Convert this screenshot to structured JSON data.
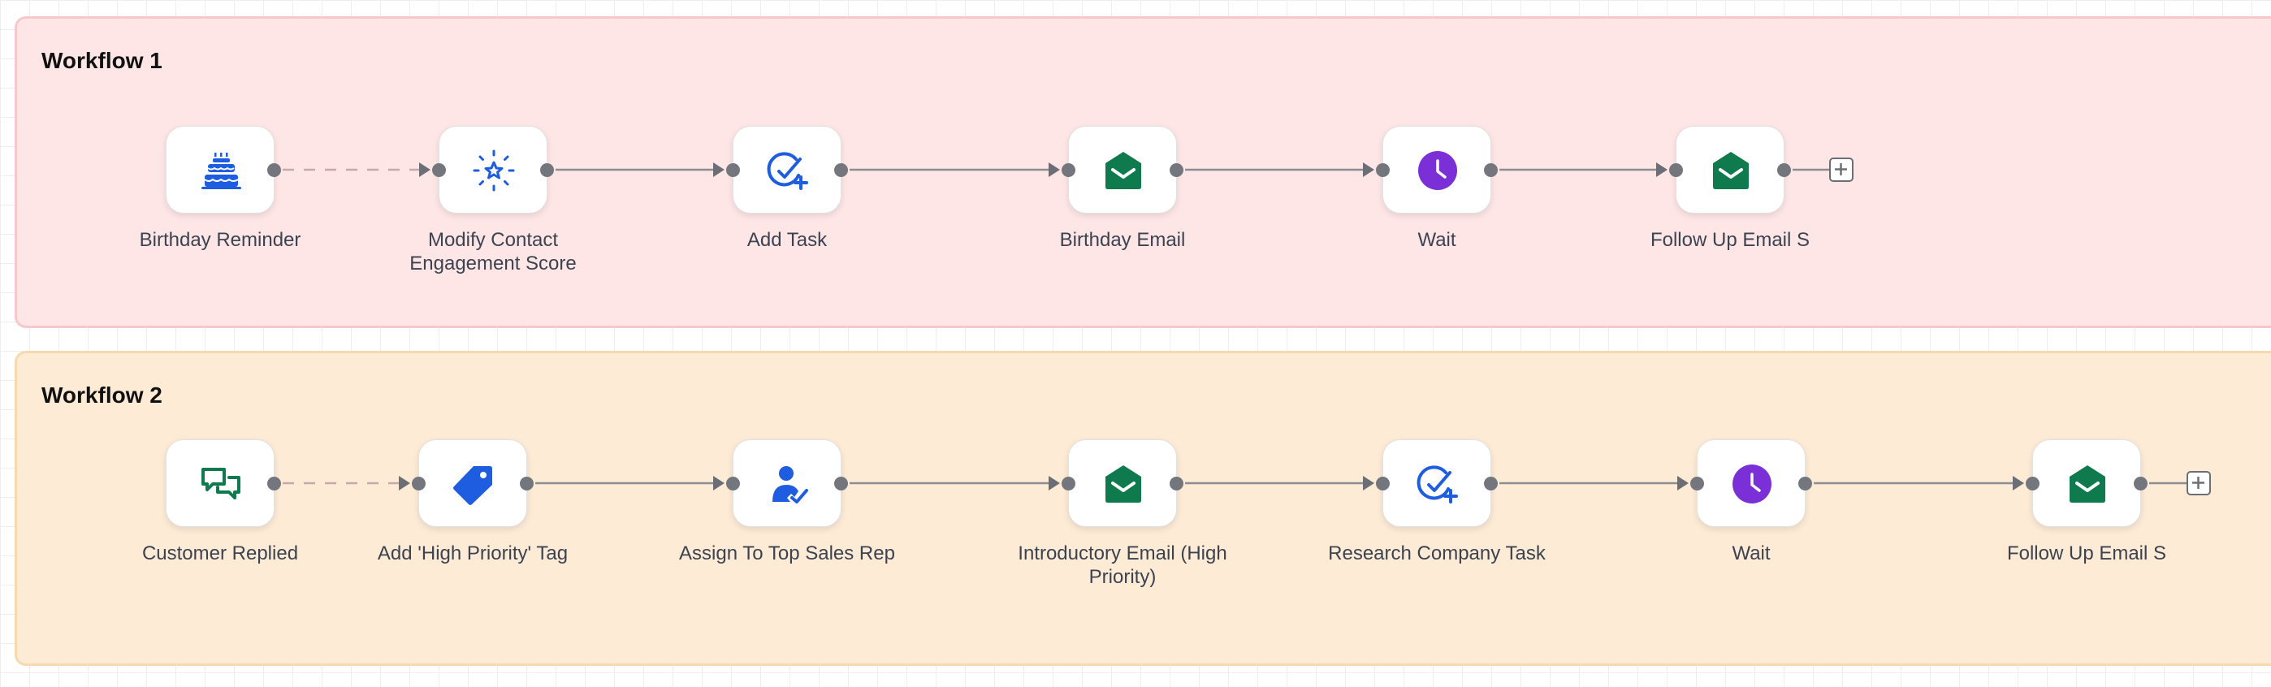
{
  "colors": {
    "workflow1_bg": "#fee6e7",
    "workflow2_bg": "#fdebd6",
    "blue": "#1f5de0",
    "green": "#107a4f",
    "purple": "#7b2fd6",
    "edge": "#8a8d92",
    "edge_dashed": "#c8a8aa"
  },
  "workflows": [
    {
      "title": "Workflow 1",
      "nodes": [
        {
          "label": "Birthday Reminder",
          "icon": "cake-icon",
          "type": "trigger"
        },
        {
          "label": "Modify Contact Engagement Score",
          "icon": "star-sparkle-icon",
          "type": "action"
        },
        {
          "label": "Add Task",
          "icon": "check-plus-icon",
          "type": "action"
        },
        {
          "label": "Birthday Email",
          "icon": "open-envelope-icon",
          "type": "email"
        },
        {
          "label": "Wait",
          "icon": "clock-icon",
          "type": "delay"
        },
        {
          "label": "Follow Up Email S",
          "icon": "open-envelope-icon",
          "type": "email"
        }
      ],
      "add_step_label": "+"
    },
    {
      "title": "Workflow 2",
      "nodes": [
        {
          "label": "Customer Replied",
          "icon": "chat-bubbles-icon",
          "type": "trigger"
        },
        {
          "label": "Add 'High Priority' Tag",
          "icon": "tag-icon",
          "type": "action"
        },
        {
          "label": "Assign To Top Sales Rep",
          "icon": "user-check-icon",
          "type": "action"
        },
        {
          "label": "Introductory Email (High Priority)",
          "icon": "open-envelope-icon",
          "type": "email"
        },
        {
          "label": "Research Company Task",
          "icon": "check-plus-icon",
          "type": "action"
        },
        {
          "label": "Wait",
          "icon": "clock-icon",
          "type": "delay"
        },
        {
          "label": "Follow Up Email S",
          "icon": "open-envelope-icon",
          "type": "email"
        }
      ],
      "add_step_label": "+"
    }
  ]
}
